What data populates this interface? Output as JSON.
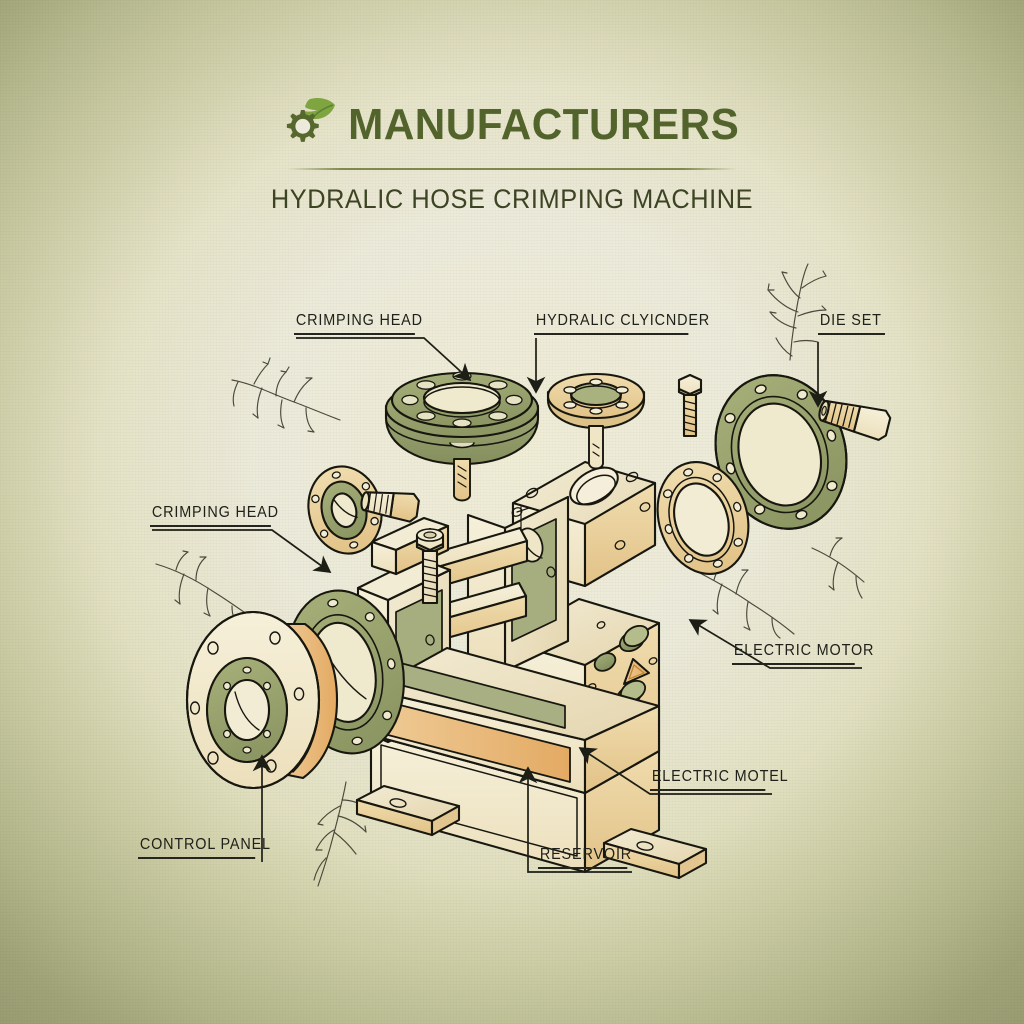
{
  "header": {
    "logo_icon": "gear-leaf-icon",
    "brand": "MANUFACTURERS",
    "subtitle": "HYDRALIC HOSE CRIMPING MACHINE"
  },
  "colors": {
    "paper_center": "#efedd6",
    "paper_edge": "#b7bb8e",
    "brand_green": "#52632c",
    "leaf_green": "#7fa541",
    "ink": "#20211a",
    "part_olive": "#9aa471",
    "part_olive_dark": "#848e5f",
    "part_cream": "#f1e9cd",
    "part_tan": "#e8cf9d",
    "part_orange": "#e9b977",
    "warning_orange": "#f0b65a"
  },
  "callouts": [
    {
      "id": "crimping-head-top",
      "label": "CRIMPING HEAD"
    },
    {
      "id": "hydraulic-cylinder",
      "label": "HYDRALIC CLYICNDER"
    },
    {
      "id": "die-set",
      "label": "DIE SET"
    },
    {
      "id": "crimping-head-left",
      "label": "CRIMPING HEAD"
    },
    {
      "id": "electric-motor",
      "label": "ELECTRIC MOTOR"
    },
    {
      "id": "electric-motel",
      "label": "ELECTRIC MOTEL"
    },
    {
      "id": "control-panel",
      "label": "CONTROL PANEL"
    },
    {
      "id": "reservoir",
      "label": "RESERVOIR"
    }
  ],
  "diagram": {
    "type": "exploded-isometric-technical-illustration",
    "subject": "Hydraulic hose crimping machine",
    "parts": [
      "crimping head disc (upper)",
      "hydraulic cylinder flange",
      "hex bolt (upper right)",
      "die set ring flange",
      "hex bolt (die set)",
      "small crimping head hub with bolt (left upper)",
      "crimping head ring flange (left)",
      "control panel drum (left lower)",
      "machine frame with tie rods",
      "valve block top",
      "electric motor housing",
      "reservoir base",
      "mounting feet"
    ]
  }
}
